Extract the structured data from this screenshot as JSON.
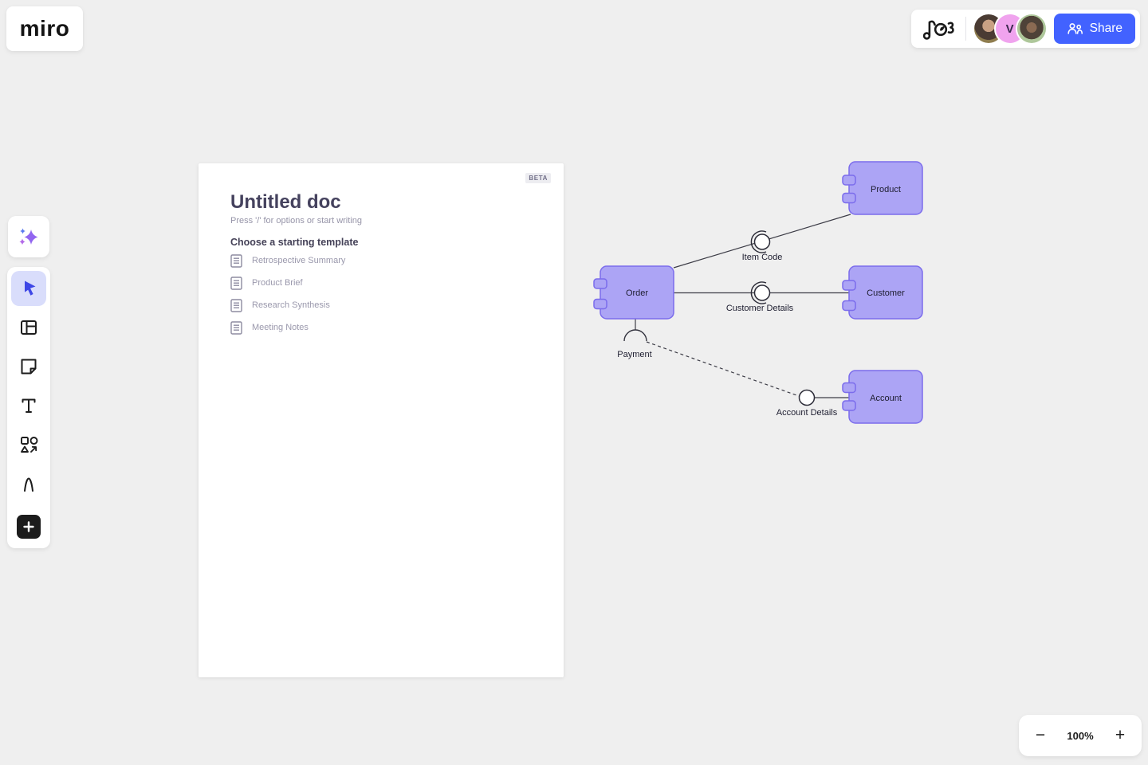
{
  "colors": {
    "canvas_bg": "#efefef",
    "brand_blue": "#4262ff",
    "component_fill": "#aca4f5",
    "component_border": "#7b6cec",
    "selected_tool_bg": "#d9ddfb",
    "avatar_pink": "#f0a3ee",
    "ai_star_purple": "#9266f0",
    "ai_star_blue": "#5a7bf0",
    "ai_star_violet": "#b36ae8"
  },
  "topbar": {
    "logo": "miro",
    "doodle_icon": "music-note-doodle",
    "avatars": [
      {
        "type": "photo"
      },
      {
        "type": "initial",
        "label": "V"
      },
      {
        "type": "photo"
      }
    ],
    "share": {
      "label": "Share",
      "icon": "two-people-icon"
    }
  },
  "toolbar": {
    "tools": [
      "ai-assistant",
      "select",
      "templates",
      "sticky-note",
      "text",
      "shapes",
      "pen",
      "add-more"
    ],
    "selected_tool": "select"
  },
  "doc": {
    "beta_badge": "BETA",
    "title": "Untitled doc",
    "placeholder": "Press '/' for options or start writing",
    "templates_heading": "Choose a starting template",
    "templates": [
      {
        "label": "Retrospective Summary"
      },
      {
        "label": "Product Brief"
      },
      {
        "label": "Research Synthesis"
      },
      {
        "label": "Meeting Notes"
      }
    ]
  },
  "diagram": {
    "type": "uml-component-diagram",
    "components": [
      {
        "name": "Product"
      },
      {
        "name": "Order"
      },
      {
        "name": "Customer"
      },
      {
        "name": "Account"
      }
    ],
    "interfaces": [
      {
        "name": "Item Code",
        "kind": "ball-and-socket",
        "between": [
          "Order",
          "Product"
        ]
      },
      {
        "name": "Customer Details",
        "kind": "ball-and-socket",
        "between": [
          "Order",
          "Customer"
        ]
      },
      {
        "name": "Payment",
        "kind": "socket",
        "on": "Order"
      },
      {
        "name": "Account Details",
        "kind": "ball",
        "between": [
          "Payment",
          "Account"
        ],
        "line": "dashed"
      }
    ]
  },
  "zoom_controls": {
    "out": "−",
    "level": "100%",
    "in": "+"
  }
}
